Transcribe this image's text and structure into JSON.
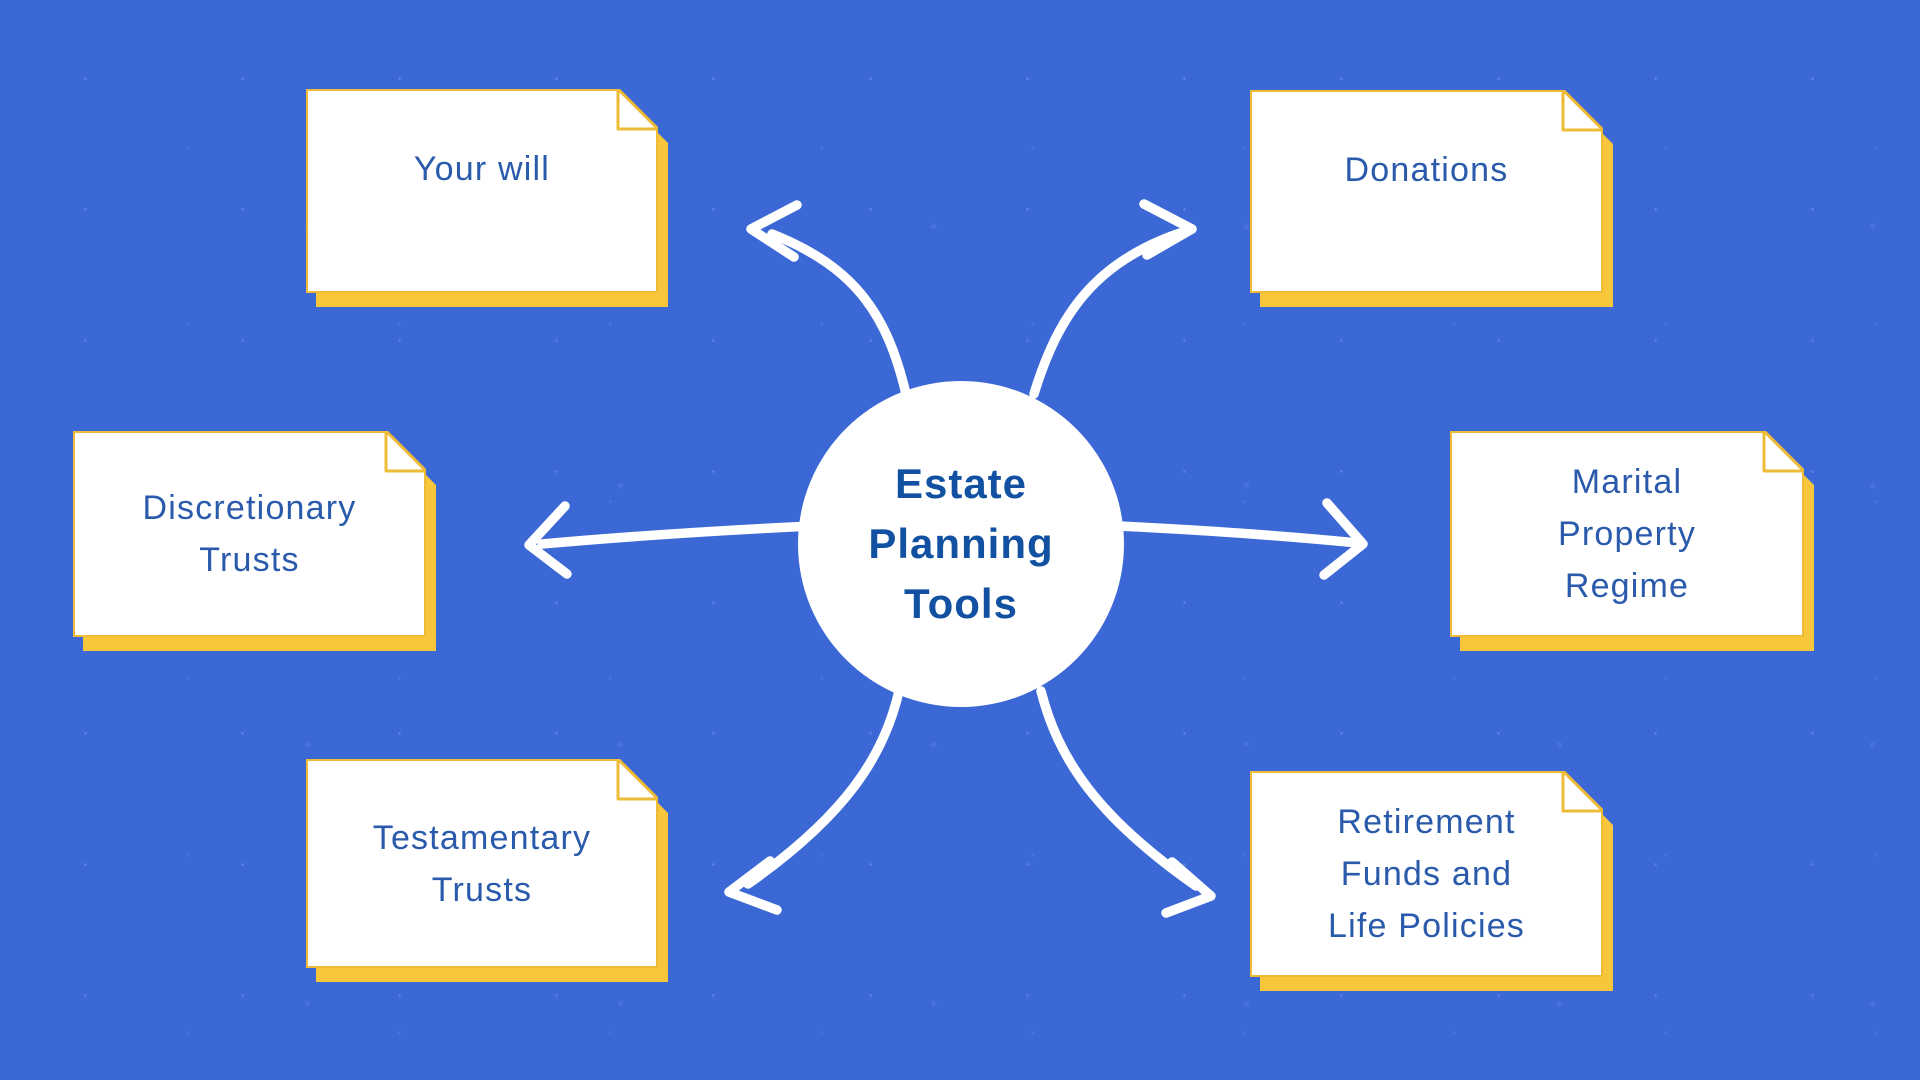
{
  "title": {
    "text": "Estate\nPlanning\nTools"
  },
  "nodes": [
    {
      "id": "your-will",
      "label": "Your will"
    },
    {
      "id": "donations",
      "label": "Donations"
    },
    {
      "id": "discretionary-trusts",
      "label": "Discretionary\nTrusts"
    },
    {
      "id": "marital-property-regime",
      "label": "Marital\nProperty\nRegime"
    },
    {
      "id": "testamentary-trusts",
      "label": "Testamentary\nTrusts"
    },
    {
      "id": "retirement-funds",
      "label": "Retirement\nFunds and\nLife Policies"
    }
  ],
  "colors": {
    "background": "#3b68d5",
    "card_fill": "#ffffff",
    "accent_yellow": "#f8c63b",
    "yellow_outline": "#edbb36",
    "title_text": "#1251a1",
    "card_text": "#2a5aab",
    "arrow": "#ffffff"
  }
}
